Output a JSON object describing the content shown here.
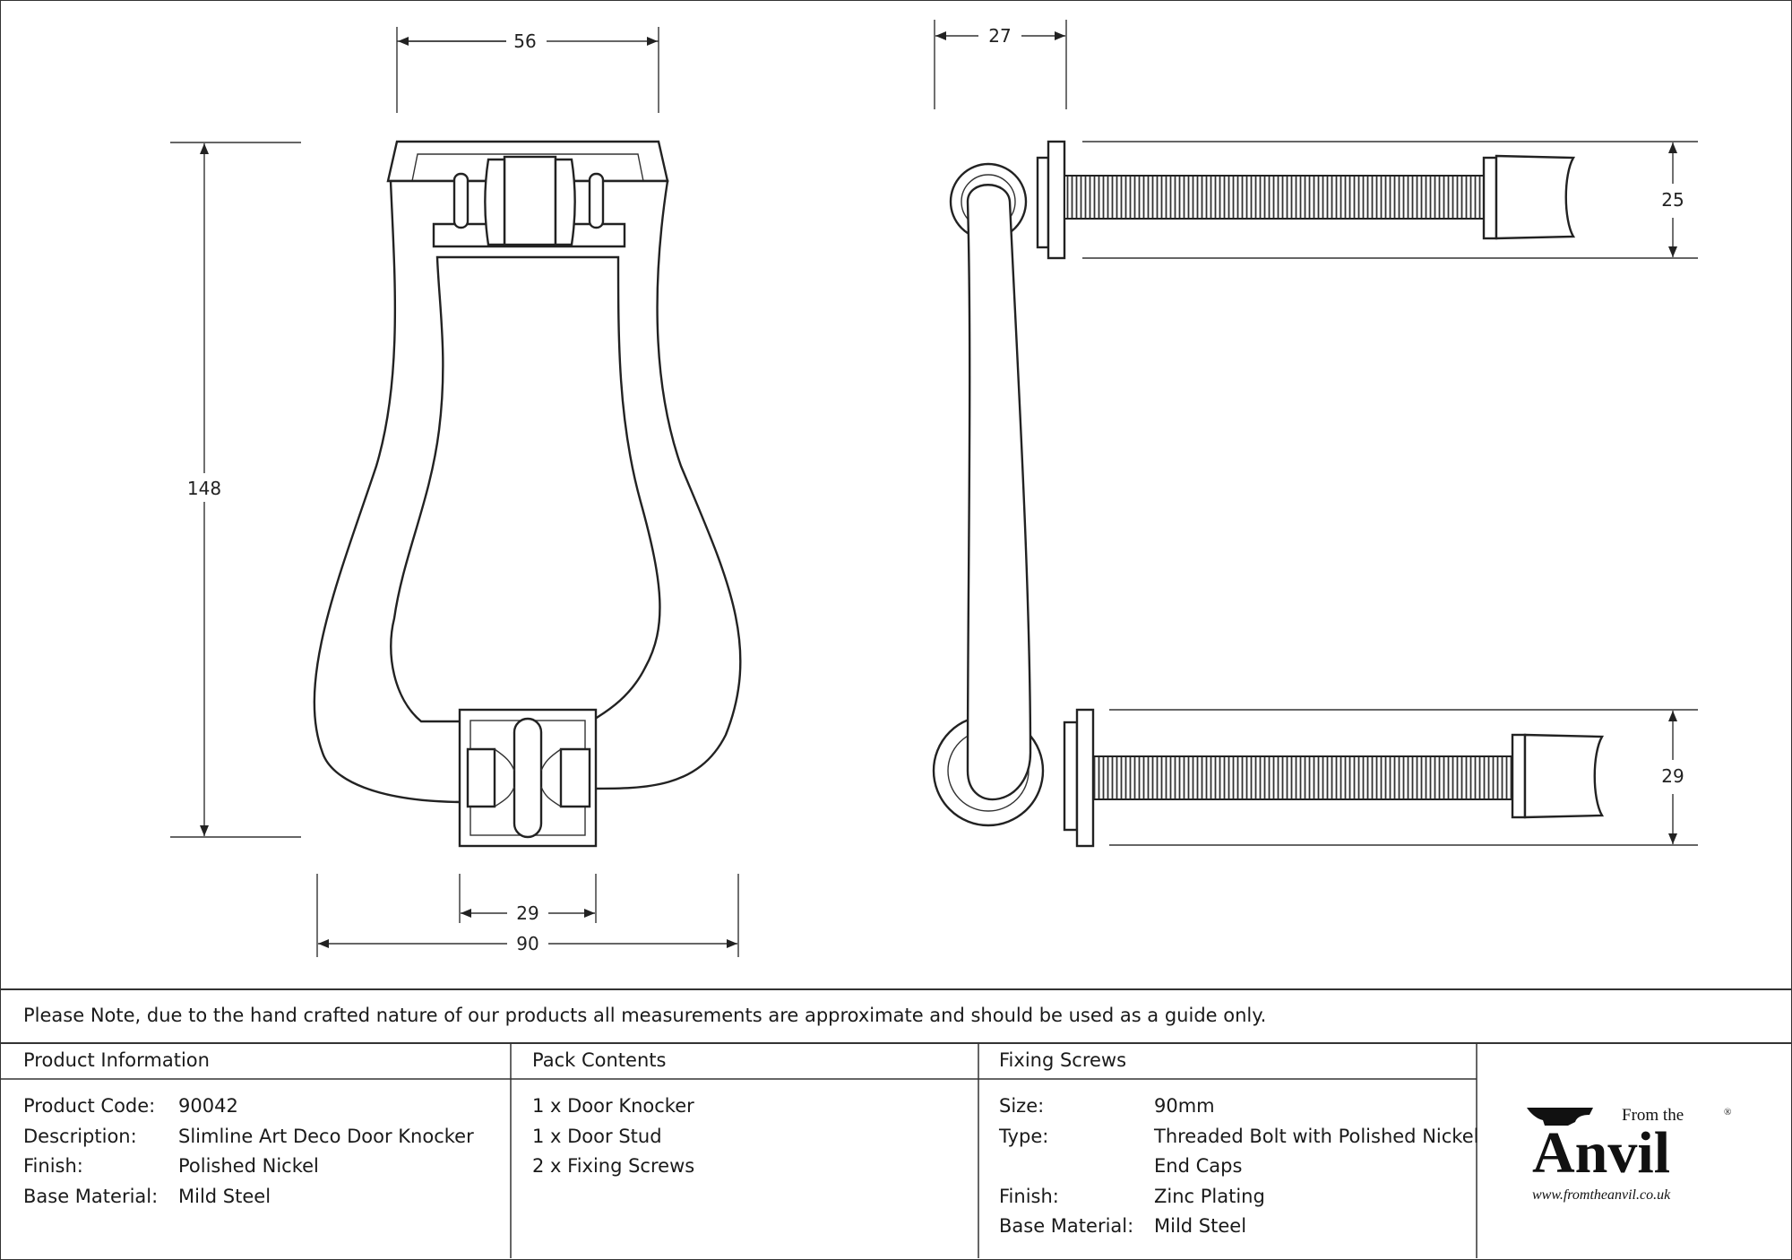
{
  "drawing": {
    "dimensions": {
      "front_top_width": "56",
      "front_height": "148",
      "front_stud_width": "29",
      "front_overall_width": "90",
      "side_depth": "27",
      "side_top_height": "25",
      "side_bottom_height": "29"
    }
  },
  "note": "Please Note, due to the hand crafted nature of our products all measurements are approximate and should be used as a guide only.",
  "product_info": {
    "header": "Product Information",
    "rows": [
      {
        "label": "Product Code:",
        "value": "90042"
      },
      {
        "label": "Description:",
        "value": "Slimline Art Deco Door Knocker"
      },
      {
        "label": "Finish:",
        "value": "Polished Nickel"
      },
      {
        "label": "Base Material:",
        "value": "Mild Steel"
      }
    ]
  },
  "pack_contents": {
    "header": "Pack Contents",
    "items": [
      "1 x Door Knocker",
      "1 x Door Stud",
      "2 x Fixing Screws"
    ]
  },
  "fixing_screws": {
    "header": "Fixing Screws",
    "rows": [
      {
        "label": "Size:",
        "value": "90mm"
      },
      {
        "label": "Type:",
        "value": "Threaded Bolt with Polished Nickel"
      },
      {
        "label": "",
        "value": "End Caps"
      },
      {
        "label": "Finish:",
        "value": "Zinc Plating"
      },
      {
        "label": "Base Material:",
        "value": "Mild Steel"
      }
    ]
  },
  "logo": {
    "small_text": "From the",
    "brand": "Anvil",
    "registered": "®",
    "url": "www.fromtheanvil.co.uk"
  }
}
